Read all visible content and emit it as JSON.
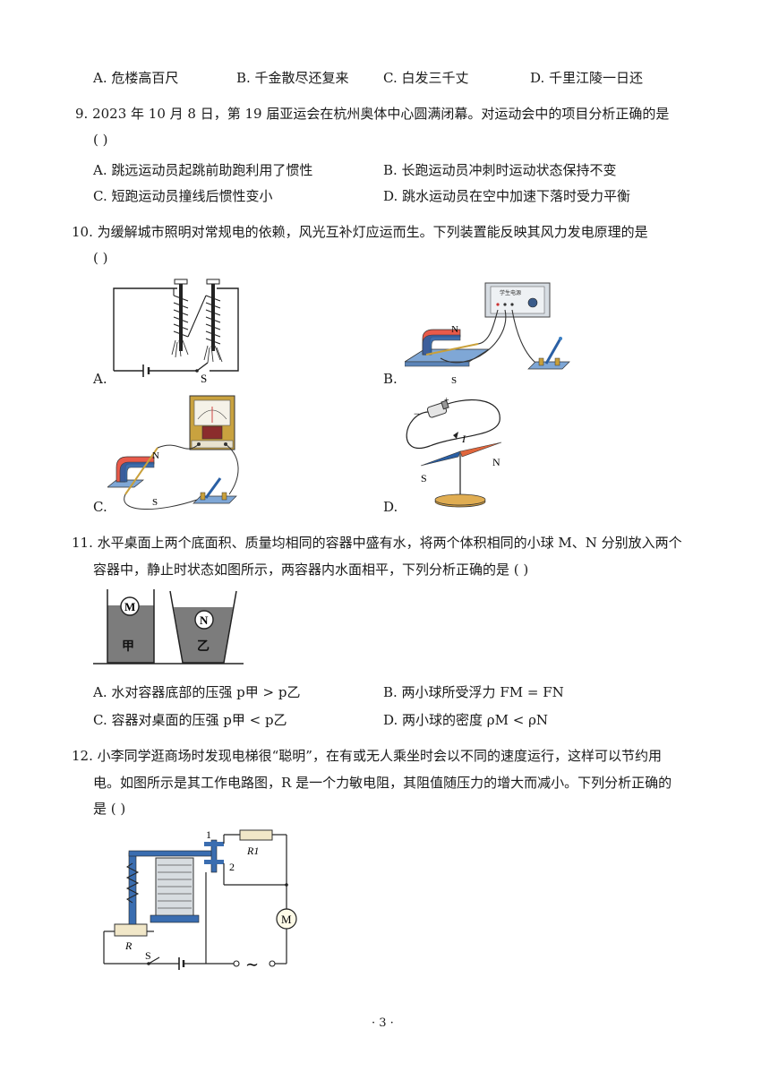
{
  "q8": {
    "options": [
      "A. 危楼高百尺",
      "B. 千金散尽还复来",
      "C. 白发三千丈",
      "D. 千里江陵一日还"
    ]
  },
  "q9": {
    "line1": "9.  2023 年 10 月 8 日，第 19 届亚运会在杭州奥体中心圆满闭幕。对运动会中的项目分析正确的是",
    "paren": "(        )",
    "options": [
      "A. 跳远运动员起跳前助跑利用了惯性",
      "B. 长跑运动员冲刺时运动状态保持不变",
      "C. 短跑运动员撞线后惯性变小",
      "D. 跳水运动员在空中加速下落时受力平衡"
    ]
  },
  "q10": {
    "line1": "10.  为缓解城市照明对常规电的依赖，风光互补灯应运而生。下列装置能反映其风力发电原理的是",
    "paren": "(        )",
    "labels": [
      "A.",
      "B.",
      "C.",
      "D."
    ],
    "fig": {
      "s": "S",
      "n": "N",
      "i": "I",
      "minus": "−",
      "plus": "+",
      "supply": "学生电源"
    }
  },
  "q11": {
    "line1": "11.  水平桌面上两个底面积、质量均相同的容器中盛有水，将两个体积相同的小球 M、N 分别放入两个",
    "line2": "容器中，静止时状态如图所示，两容器内水面相平，下列分析正确的是 (        )",
    "fig": {
      "m": "M",
      "n": "N",
      "jia": "甲",
      "yi": "乙"
    },
    "options": [
      "A. 水对容器底部的压强 p甲 > p乙",
      "B. 两小球所受浮力 FM = FN",
      "C. 容器对桌面的压强 p甲 < p乙",
      "D. 两小球的密度 ρM < ρN"
    ]
  },
  "q12": {
    "line1": "12.  小李同学逛商场时发现电梯很“聪明”，在有或无人乘坐时会以不同的速度运行，这样可以节约用",
    "line2": "电。如图所示是其工作电路图，R 是一个力敏电阻，其阻值随压力的增大而减小。下列分析正确的",
    "line3": "是 (        )",
    "fig": {
      "r": "R",
      "r1": "R1",
      "one": "1",
      "two": "2",
      "m": "M",
      "s": "S",
      "ac": "∼"
    }
  },
  "footer": {
    "page": "· 3 ·"
  }
}
